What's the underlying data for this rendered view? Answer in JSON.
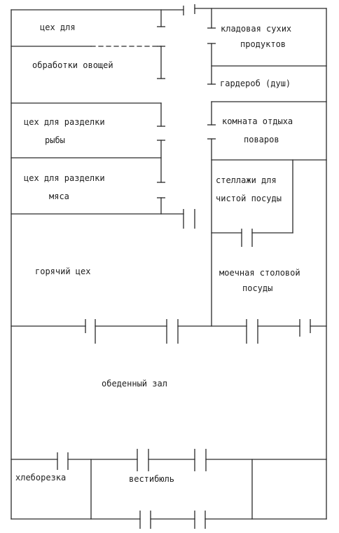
{
  "colors": {
    "line": "#2a2a2a",
    "text": "#1e1e1e",
    "paper": "#ffffff"
  },
  "rooms": {
    "veg_1": "цех для",
    "veg_2": "обработки овощей",
    "dry_1": "кладовая сухих",
    "dry_2": "продуктов",
    "wardrobe": "гардероб (душ)",
    "fish_1": "цех для разделки",
    "fish_2": "рыбы",
    "rest_1": "комната отдыха",
    "rest_2": "поваров",
    "meat_1": "цех для разделки",
    "meat_2": "мяса",
    "shelves_1": "стеллажи для",
    "shelves_2": "чистой посуды",
    "hot": "горячий цех",
    "wash_1": "моечная столовой",
    "wash_2": "посуды",
    "dining": "обеденный зал",
    "bread": "хлеборезка",
    "vestibule": "вестибюль"
  }
}
